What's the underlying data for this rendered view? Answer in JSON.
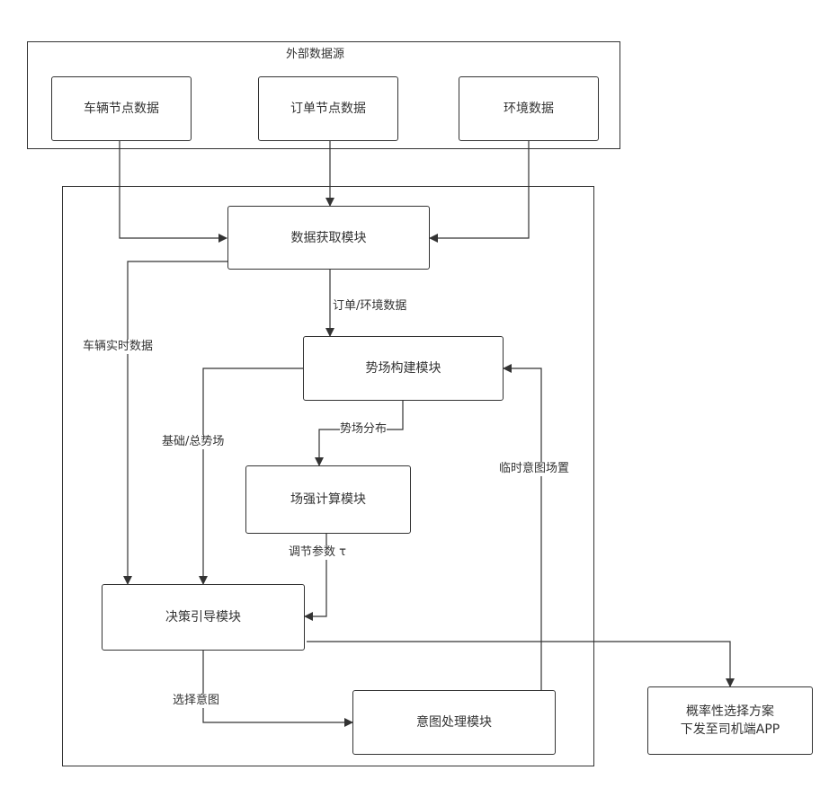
{
  "external_group": {
    "title": "外部数据源"
  },
  "nodes": {
    "vehicle_node_data": "车辆节点数据",
    "order_node_data": "订单节点数据",
    "environment_data": "环境数据",
    "data_acquisition": "数据获取模块",
    "potential_field_build": "势场构建模块",
    "field_strength_calc": "场强计算模块",
    "decision_guidance": "决策引导模块",
    "intent_processing": "意图处理模块",
    "output_line1": "概率性选择方案",
    "output_line2": "下发至司机端APP"
  },
  "edges": {
    "order_env_data": "订单/环境数据",
    "vehicle_realtime_data": "车辆实时数据",
    "base_potential_field": "基础/总势场",
    "potential_distribution": "势场分布",
    "adjust_param": "调节参数 τ",
    "temporary_intent_field": "临时意图场置",
    "select_intent": "选择意图"
  }
}
